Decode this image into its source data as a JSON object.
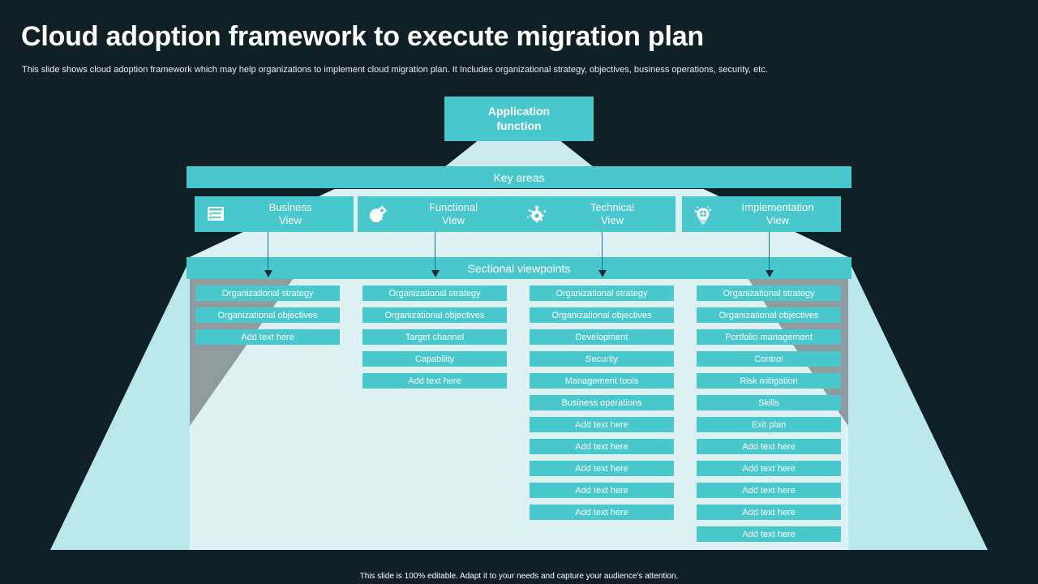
{
  "header": {
    "title": "Cloud adoption framework to execute migration plan",
    "subtitle": "This slide shows cloud adoption framework which may help organizations to implement cloud migration plan. It Includes organizational strategy, objectives, business operations, security, etc."
  },
  "footer": {
    "note": "This slide is 100% editable.  Adapt it to your needs and capture your audience's attention."
  },
  "colors": {
    "background": "#0f2127",
    "accent_teal": "#48c8cd",
    "pyramid_body": "#ddf1f3",
    "pyramid_wing": "#b9e7ea",
    "shadow_gray": "#8f9b9e",
    "text_white": "#ffffff",
    "connector": "#1b6f78"
  },
  "apex": {
    "label": "Application\nfunction",
    "line1": "Application",
    "line2": "function"
  },
  "banners": {
    "key_areas": "Key areas",
    "sectional_viewpoints": "Sectional viewpoints"
  },
  "views": [
    {
      "icon": "checklist-icon",
      "line1": "Business",
      "line2": "View"
    },
    {
      "icon": "head-gear-icon",
      "line1": "Functional",
      "line2": "View"
    },
    {
      "icon": "gear-stars-icon",
      "line1": "Technical",
      "line2": "View"
    },
    {
      "icon": "lightbulb-gear-icon",
      "line1": "Implementation",
      "line2": "View"
    }
  ],
  "columns": [
    {
      "name": "business-view-items",
      "items": [
        {
          "label": "Organizational  strategy",
          "gap": false
        },
        {
          "label": "Organizational  objectives",
          "gap": false
        },
        {
          "label": "Add text here",
          "gap": false
        }
      ]
    },
    {
      "name": "functional-view-items",
      "items": [
        {
          "label": "Organizational  strategy",
          "gap": false
        },
        {
          "label": "Organizational  objectives",
          "gap": false
        },
        {
          "label": "Target  channel",
          "gap": false
        },
        {
          "label": "Capability",
          "gap": true
        },
        {
          "label": "Add text here",
          "gap": false
        }
      ]
    },
    {
      "name": "technical-view-items",
      "items": [
        {
          "label": "Organizational  strategy",
          "gap": false
        },
        {
          "label": "Organizational  objectives",
          "gap": false
        },
        {
          "label": "Development",
          "gap": false
        },
        {
          "label": "Security",
          "gap": false
        },
        {
          "label": "Management  tools",
          "gap": false
        },
        {
          "label": "Business operations",
          "gap": true
        },
        {
          "label": "Add text here",
          "gap": false
        },
        {
          "label": "Add text here",
          "gap": false
        },
        {
          "label": "Add text here",
          "gap": false
        },
        {
          "label": "Add text here",
          "gap": true
        },
        {
          "label": "Add text here",
          "gap": false
        }
      ]
    },
    {
      "name": "implementation-view-items",
      "items": [
        {
          "label": "Organizational  strategy",
          "gap": false
        },
        {
          "label": "Organizational  objectives",
          "gap": false
        },
        {
          "label": "Portfolio management",
          "gap": false
        },
        {
          "label": "Control",
          "gap": false
        },
        {
          "label": "Risk mitigation",
          "gap": false
        },
        {
          "label": "Skills",
          "gap": false
        },
        {
          "label": "Exit plan",
          "gap": false
        },
        {
          "label": "Add text here",
          "gap": false
        },
        {
          "label": "Add text here",
          "gap": false
        },
        {
          "label": "Add text here",
          "gap": false
        },
        {
          "label": "Add text here",
          "gap": false
        },
        {
          "label": "Add text here",
          "gap": false
        }
      ]
    }
  ]
}
